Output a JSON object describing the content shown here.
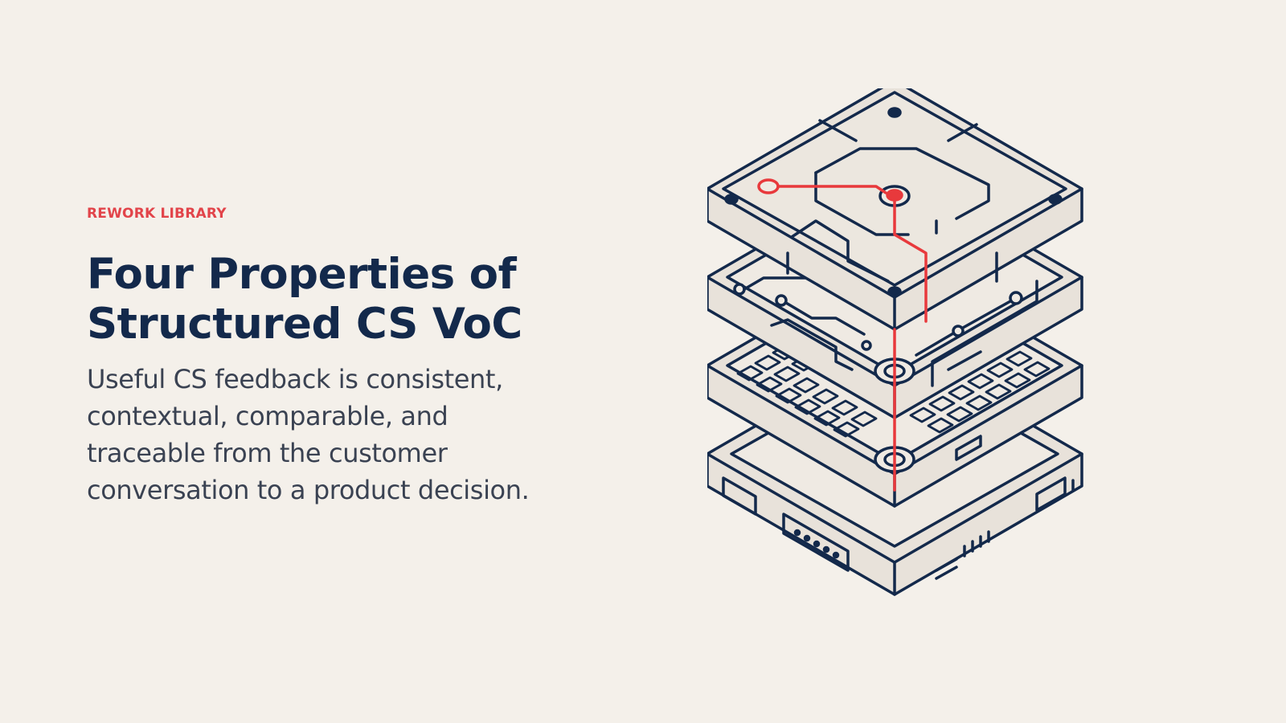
{
  "eyebrow": "REWORK LIBRARY",
  "headline": {
    "line1": "Four Properties of",
    "line2": "Structured CS VoC"
  },
  "body": {
    "line1": "Useful CS feedback is consistent,",
    "line2": "contextual, comparable, and",
    "line3": "traceable from the customer",
    "line4": "conversation to a product decision."
  },
  "illustration": {
    "icon": "stacked-circuit-layers-icon",
    "stroke_color": "#13294b",
    "fill_color": "#e8e2da",
    "accent_color": "#e8393c"
  }
}
